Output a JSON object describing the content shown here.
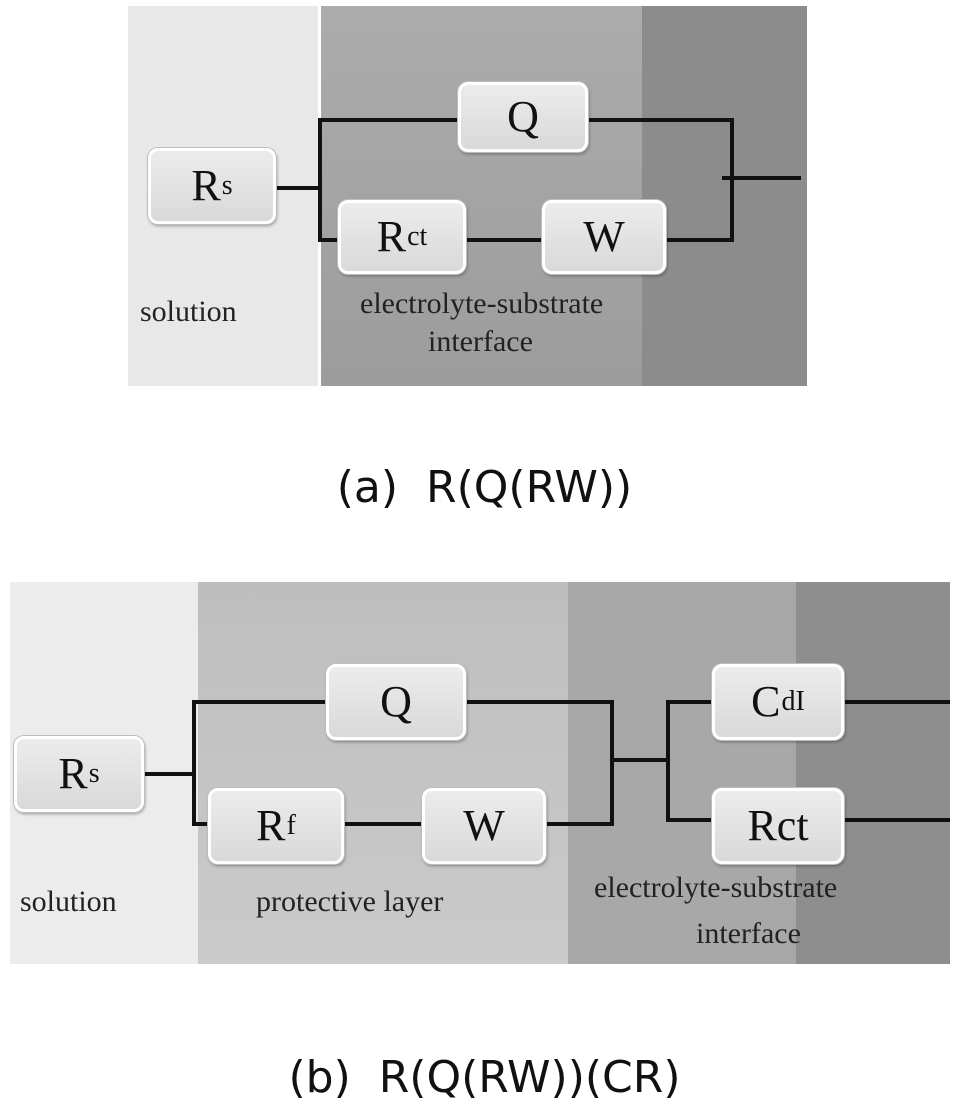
{
  "panel_a": {
    "caption_prefix": "(a)",
    "caption_formula": "R(Q(RW))",
    "regions": {
      "solution": "solution",
      "interface_line1": "electrolyte-substrate",
      "interface_line2": "interface"
    },
    "elements": {
      "rs": {
        "main": "R",
        "sub": "s"
      },
      "q": {
        "main": "Q",
        "sub": ""
      },
      "rct": {
        "main": "R",
        "sub": "ct"
      },
      "w": {
        "main": "W",
        "sub": ""
      }
    },
    "colors": {
      "solution": "#e8e8e8",
      "interface": "#a4a4a4",
      "substrate": "#8c8c8c"
    }
  },
  "panel_b": {
    "caption_prefix": "(b)",
    "caption_formula": "R(Q(RW))(CR)",
    "regions": {
      "solution": "solution",
      "protective": "protective layer",
      "interface_line1": "electrolyte-substrate",
      "interface_line2": "interface"
    },
    "elements": {
      "rs": {
        "main": "R",
        "sub": "s"
      },
      "q": {
        "main": "Q",
        "sub": ""
      },
      "rf": {
        "main": "R",
        "sub": "f"
      },
      "w": {
        "main": "W",
        "sub": ""
      },
      "cdl": {
        "main": "C",
        "sub": "dI"
      },
      "rct": {
        "main": "Rct",
        "sub": ""
      }
    },
    "colors": {
      "solution": "#ececec",
      "protective": "#c6c6c6",
      "interface": "#a8a8a8",
      "substrate": "#8e8e8e"
    }
  }
}
